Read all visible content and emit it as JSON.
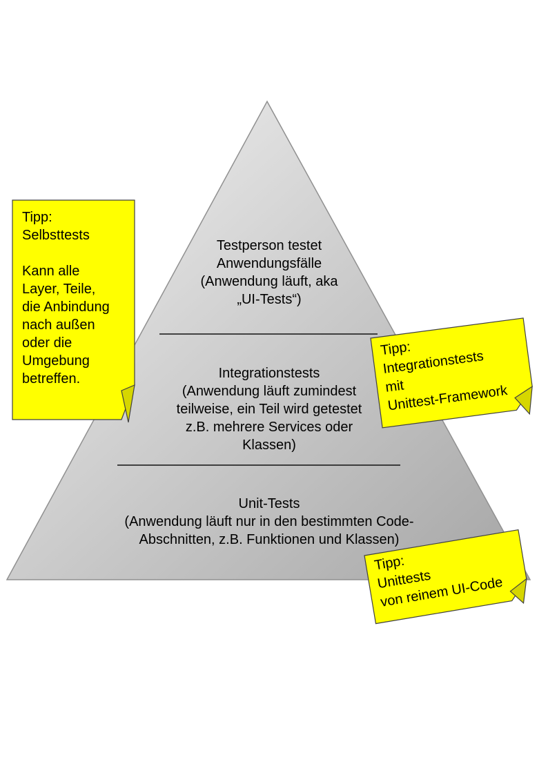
{
  "pyramid": {
    "border_color": "#909090",
    "gradient_top": "#f4f4f4",
    "gradient_bottom": "#a5a5a5",
    "divider_color": "#111111",
    "levels": [
      {
        "name": "ui-tests",
        "lines": [
          "Testperson testet",
          "Anwendungsfälle",
          "(Anwendung läuft, aka",
          "„UI-Tests“)"
        ]
      },
      {
        "name": "integration-tests",
        "lines": [
          "Integrationstests",
          "(Anwendung läuft zumindest",
          "teilweise, ein Teil wird getestet",
          "z.B. mehrere Services oder",
          "Klassen)"
        ]
      },
      {
        "name": "unit-tests",
        "lines": [
          "Unit-Tests",
          "(Anwendung läuft nur in den bestimmten Code-",
          "Abschnitten, z.B. Funktionen und Klassen)"
        ]
      }
    ]
  },
  "notes": {
    "color": "#ffff00",
    "fold_color": "#d6d600",
    "selbsttests": {
      "lines": [
        "Tipp:",
        "Selbsttests",
        "",
        "Kann alle",
        "Layer, Teile,",
        "die Anbindung",
        "nach außen",
        "oder die",
        "Umgebung",
        "betreffen."
      ]
    },
    "integrationstests": {
      "lines": [
        "Tipp:",
        "Integrationstests",
        "mit",
        "Unittest-Framework"
      ]
    },
    "unittests": {
      "lines": [
        "Tipp:",
        "Unittests",
        "von reinem UI-Code"
      ]
    }
  }
}
